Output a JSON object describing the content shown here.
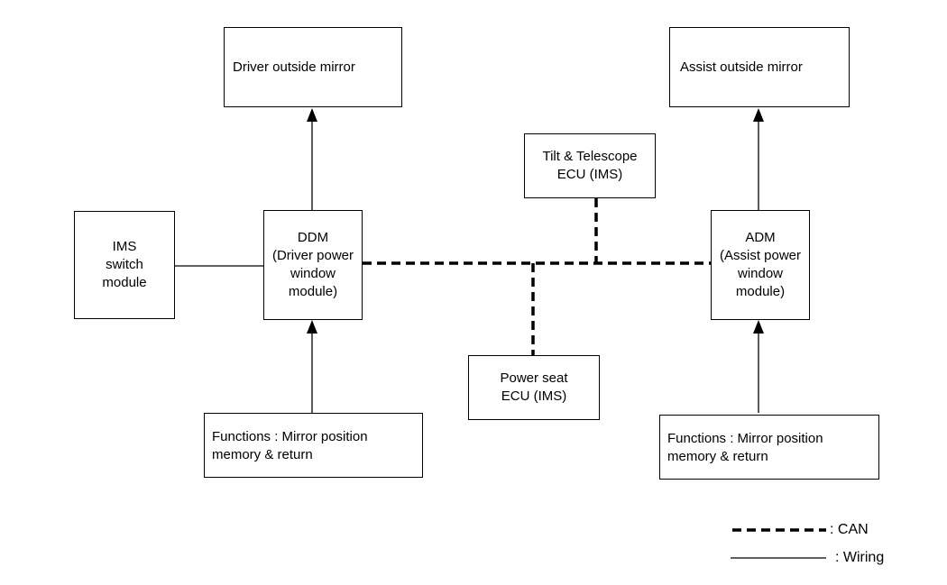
{
  "boxes": {
    "driver_mirror": "Driver outside mirror",
    "assist_mirror": "Assist outside mirror",
    "tilt_ecu": [
      "Tilt & Telescope",
      "ECU (IMS)"
    ],
    "ims_switch": [
      "IMS",
      "switch",
      "module"
    ],
    "ddm": [
      "DDM",
      "(Driver power",
      "window",
      "module)"
    ],
    "adm": [
      "ADM",
      "(Assist power",
      "window",
      "module)"
    ],
    "power_seat": [
      "Power seat",
      "ECU (IMS)"
    ],
    "functions_driver": [
      "Functions : Mirror position",
      "memory & return"
    ],
    "functions_assist": [
      "Functions : Mirror position",
      "memory & return"
    ]
  },
  "legend": {
    "can_label": ": CAN",
    "wiring_label": ": Wiring"
  }
}
